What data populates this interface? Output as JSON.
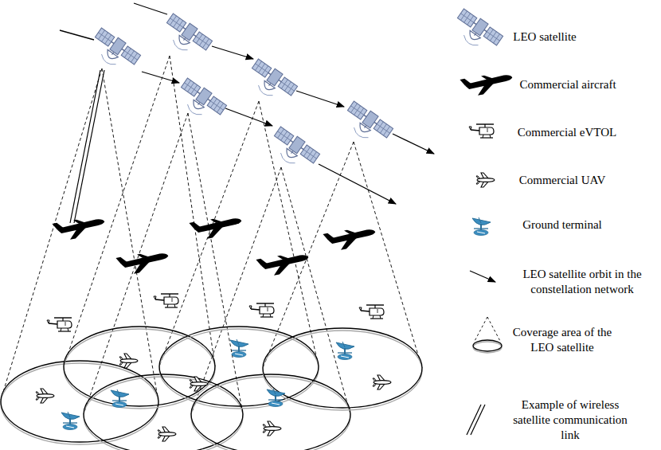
{
  "diagram": {
    "legend": [
      {
        "text": "LEO satellite"
      },
      {
        "text": "Commercial aircraft"
      },
      {
        "text": "Commercial eVTOL"
      },
      {
        "text": "Commercial UAV"
      },
      {
        "text": "Ground terminal"
      },
      {
        "text": "LEO satellite orbit in the constellation network"
      },
      {
        "text": "Coverage area of the LEO satellite"
      },
      {
        "text": "Example of wireless satellite communication link"
      }
    ]
  }
}
